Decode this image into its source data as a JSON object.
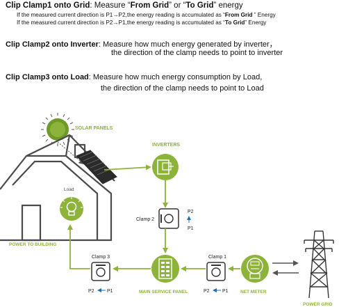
{
  "clamp1": {
    "title_bold": "Clip Clamp1 onto Grid",
    "title_rest": ": Measure “",
    "from_grid": "From Grid",
    "mid": "” or “",
    "to_grid": "To Grid",
    "end": "” energy",
    "line1_pre": "If the measured current direction is  P1→P2,the energy reading is accumulated as “",
    "line1_bold": "From Grid",
    "line1_post": " ” Energy",
    "line2_pre": "If the measured current direction is  P2→P1,the energy reading is accumulated as “",
    "line2_bold": "To Grid",
    "line2_post": "” Energy"
  },
  "clamp2": {
    "title_bold": "Clip Clamp2 onto Inverter",
    "title_rest": ": Measure how much energy generated by inverter，",
    "line2": "the direction of the clamp needs to point to inverter"
  },
  "clamp3": {
    "title_bold": "Clip Clamp3 onto Load",
    "title_rest": ": Measure how much energy consumption by Load,",
    "line2": "the direction of the clamp needs to point to Load"
  },
  "diagram": {
    "solar_panels": "SOLAR PANELS",
    "inverters": "INVERTERS",
    "load": "Load",
    "power_to_building": "POWER TO BUILDING",
    "clamp2": "Clamp  2",
    "clamp2_p2": "P2",
    "clamp2_p1": "P1",
    "clamp3": "Clamp 3",
    "clamp3_p2": "P2",
    "clamp3_p1": "P1",
    "clamp1": "Clamp 1",
    "clamp1_p2": "P2",
    "clamp1_p1": "P1",
    "main_service_panel": "MAIN SERVICE PANEL",
    "net_meter": "NET METER",
    "power_grid": "POWER GRID"
  },
  "colors": {
    "accent": "#8db33a",
    "house": "#4a4a4a",
    "arrow_blue": "#1f6fb5"
  }
}
